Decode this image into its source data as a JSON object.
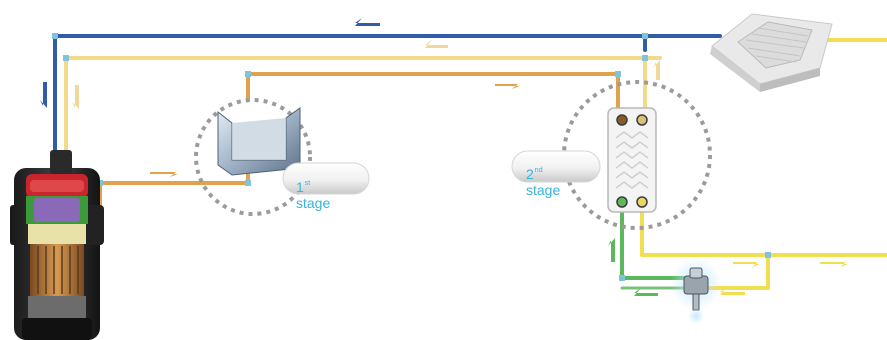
{
  "stages": {
    "first": {
      "number": "1",
      "suffix": "st",
      "word": "stage"
    },
    "second": {
      "number": "2",
      "suffix": "nd",
      "word": "stage"
    }
  },
  "colors": {
    "liquid_line": "#2f5da8",
    "suction_line": "#f5d98a",
    "hot_gas_line": "#e0a24c",
    "condenser_line": "#f2de52",
    "injection_line": "#5cb85c",
    "label_text": "#36b4dc",
    "stage_circle": "#9b9b9b"
  },
  "components": {
    "compressor": "scroll-compressor-icon",
    "first_stage": "economizer-plate-icon",
    "second_stage": "plate-heat-exchanger-icon",
    "indoor_unit": "cassette-indoor-unit-icon",
    "expansion_valve": "expansion-valve-icon"
  }
}
